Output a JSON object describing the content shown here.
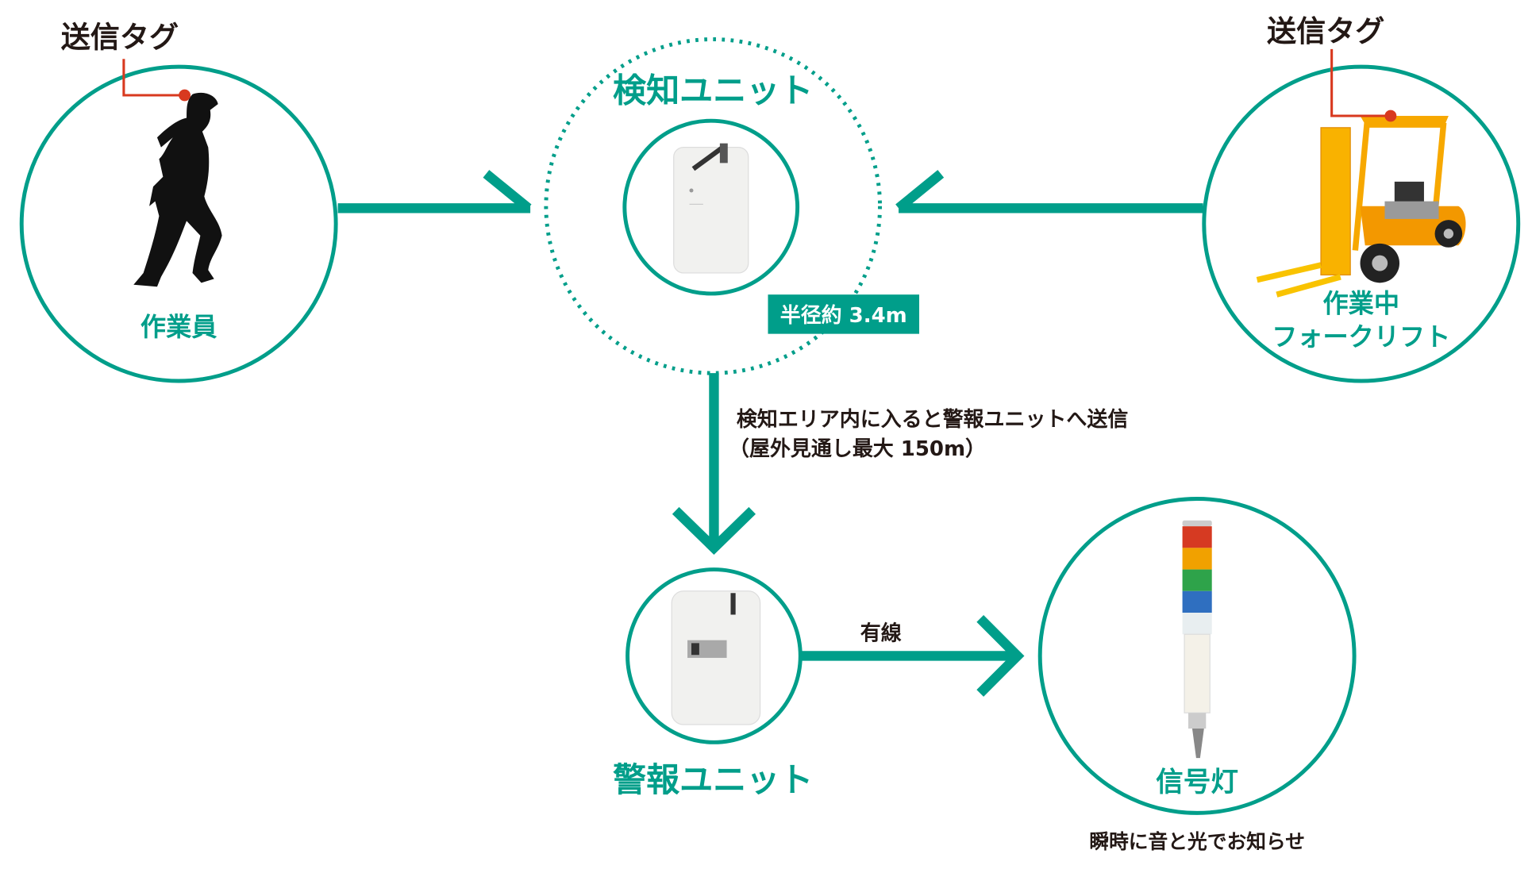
{
  "colors": {
    "accent": "#009e8a",
    "tag_line": "#d8391f",
    "text": "#231815"
  },
  "worker": {
    "tag_label": "送信タグ",
    "label": "作業員"
  },
  "detector": {
    "title": "検知ユニット",
    "radius_badge": "半径約 3.4m"
  },
  "forklift": {
    "tag_label": "送信タグ",
    "label_line1": "作業中",
    "label_line2": "フォークリフト"
  },
  "transmission": {
    "line1": "検知エリア内に入ると警報ユニットへ送信",
    "line2": "（屋外見通し最大 150m）"
  },
  "alarm": {
    "title": "警報ユニット",
    "wire_label": "有線"
  },
  "signal": {
    "label": "信号灯",
    "caption": "瞬時に音と光でお知らせ"
  }
}
